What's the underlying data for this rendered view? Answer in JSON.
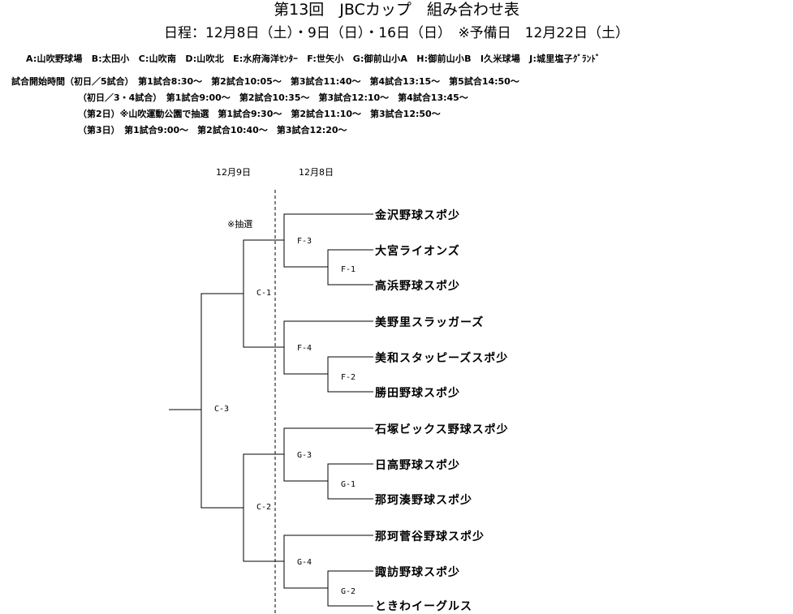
{
  "title": "第13回　JBCカップ　組み合わせ表",
  "dates": "日程：12月8日（土）・9日（日）・16日（日）　※予備日　12月22日（土）",
  "venues": "A:山吹野球場　B:太田小　C:山吹南　D:山吹北　E:水府海洋ｾﾝﾀｰ　F:世矢小　G:御前山小A　H:御前山小B　I久米球場　J:城里塩子ｸﾞﾗﾝﾄﾞ",
  "schedule": [
    "試合開始時間（初日／5試合）　第1試合8:30～　第2試合10:05～　第3試合11:40～　第4試合13:15～　第5試合14:50～",
    "（初日／3・4試合）　第1試合9:00～　第2試合10:35～　第3試合12:10～　第4試合13:45～",
    "（第2日）※山吹運動公園で抽選　第1試合9:30～　第2試合11:10～　第3試合12:50～",
    "（第3日）　第1試合9:00～　第2試合10:40～　第3試合12:20～"
  ],
  "round_headers": {
    "day2": "12月9日",
    "day1": "12月8日"
  },
  "lottery_note": "※抽選",
  "teams": [
    "金沢野球スポ少",
    "大宮ライオンズ",
    "高浜野球スポ少",
    "美野里スラッガーズ",
    "美和スタッピーズスポ少",
    "勝田野球スポ少",
    "石塚ビックス野球スポ少",
    "日高野球スポ少",
    "那珂湊野球スポ少",
    "那珂菅谷野球スポ少",
    "諏訪野球スポ少",
    "ときわイーグルス"
  ],
  "matches": {
    "F1": "F-1",
    "F2": "F-2",
    "F3": "F-3",
    "F4": "F-4",
    "G1": "G-1",
    "G2": "G-2",
    "G3": "G-3",
    "G4": "G-4",
    "C1": "C-1",
    "C2": "C-2",
    "C3": "C-3"
  }
}
